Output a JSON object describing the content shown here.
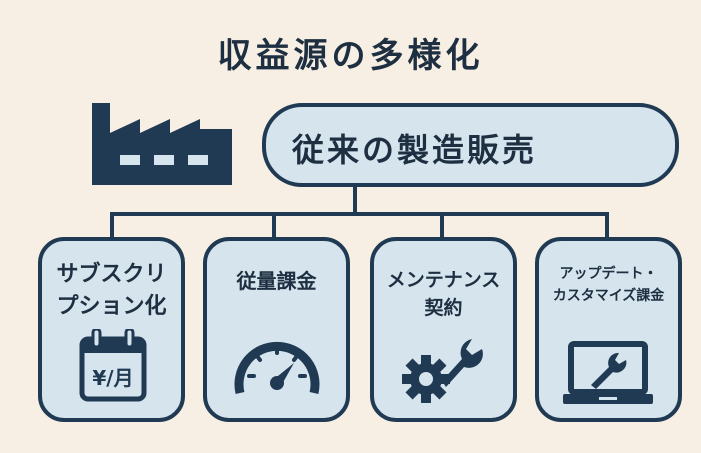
{
  "title": "収益源の多様化",
  "source": {
    "label": "従来の製造販売",
    "icon": "factory-icon"
  },
  "branches": [
    {
      "label_lines": [
        "サブスクリ",
        "プション化"
      ],
      "icon": "calendar-yen-icon",
      "icon_text": "¥/月"
    },
    {
      "label_lines": [
        "従量課金"
      ],
      "icon": "gauge-icon"
    },
    {
      "label_lines": [
        "メンテナンス",
        "契約"
      ],
      "icon": "gear-wrench-icon"
    },
    {
      "label_lines": [
        "アップデート・",
        "カスタマイズ課金"
      ],
      "icon": "laptop-wrench-icon"
    }
  ],
  "colors": {
    "background": "#f7efe3",
    "box_fill": "#d6e4ee",
    "stroke": "#1f3a52"
  }
}
